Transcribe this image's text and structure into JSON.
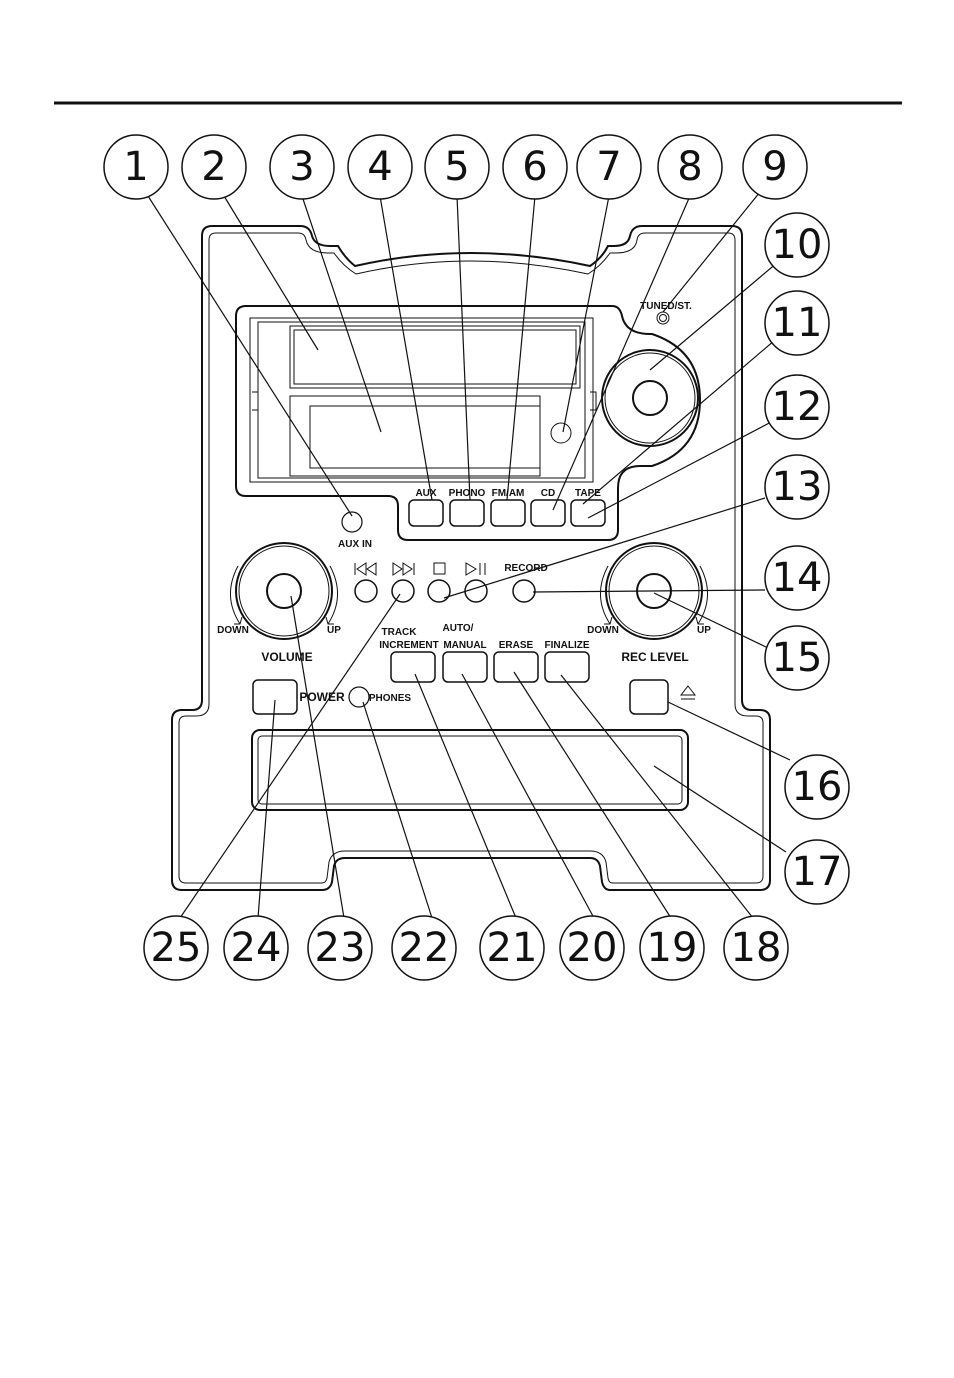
{
  "callouts": [
    "1",
    "2",
    "3",
    "4",
    "5",
    "6",
    "7",
    "8",
    "9",
    "10",
    "11",
    "12",
    "13",
    "14",
    "15",
    "16",
    "17",
    "18",
    "19",
    "20",
    "21",
    "22",
    "23",
    "24",
    "25"
  ],
  "labels": {
    "tuned_st": "TUNED/ST.",
    "aux": "AUX",
    "phono": "PHONO",
    "fm_am": "FM/AM",
    "cd": "CD",
    "tape": "TAPE",
    "aux_in": "AUX IN",
    "record": "RECORD",
    "volume": "VOLUME",
    "down_left": "DOWN",
    "up_left": "UP",
    "down_right": "DOWN",
    "up_right": "UP",
    "rec_level": "REC  LEVEL",
    "track": "TRACK",
    "increment": "INCREMENT",
    "auto": "AUTO/",
    "manual": "MANUAL",
    "erase": "ERASE",
    "finalize": "FINALIZE",
    "power": "POWER",
    "phones": "PHONES"
  },
  "icons": {
    "prev": "prev-track-icon",
    "next": "next-track-icon",
    "stop": "stop-icon",
    "play_pause": "play-pause-icon",
    "eject": "eject-icon"
  }
}
